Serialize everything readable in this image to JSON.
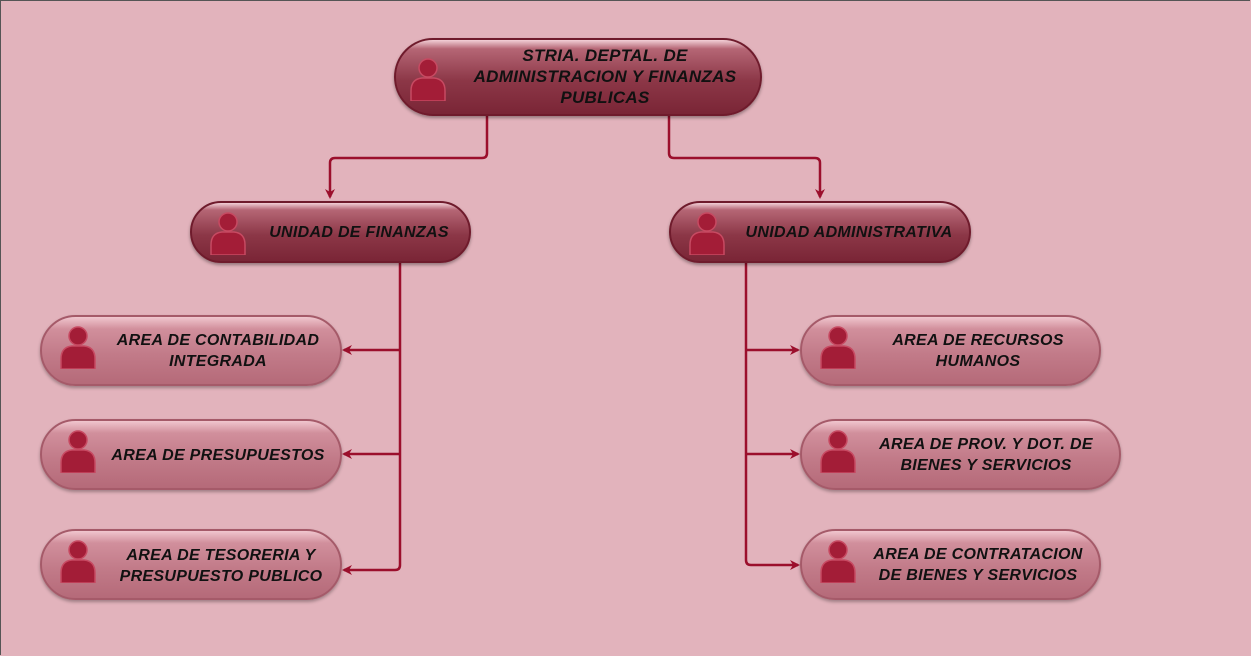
{
  "chart": {
    "root": {
      "label": "STRIA. DEPTAL. DE ADMINISTRACION Y FINANZAS PUBLICAS"
    },
    "units": [
      {
        "label": "UNIDAD DE FINANZAS",
        "areas": [
          {
            "label": "AREA DE CONTABILIDAD INTEGRADA"
          },
          {
            "label": "AREA DE PRESUPUESTOS"
          },
          {
            "label": "AREA DE TESORERIA Y PRESUPUESTO PUBLICO"
          }
        ]
      },
      {
        "label": "UNIDAD ADMINISTRATIVA",
        "areas": [
          {
            "label": "AREA DE RECURSOS HUMANOS"
          },
          {
            "label": "AREA DE PROV. Y DOT. DE BIENES Y SERVICIOS"
          },
          {
            "label": "AREA DE CONTRATACION DE BIENES Y SERVICIOS"
          }
        ]
      }
    ]
  },
  "colors": {
    "background": "#e2b3bc",
    "connector": "#9b0f2c",
    "dark_node": "#8c3747",
    "light_node": "#c27b89",
    "person_icon": "#a31d37"
  },
  "icons": {
    "node_icon": "person-icon"
  }
}
